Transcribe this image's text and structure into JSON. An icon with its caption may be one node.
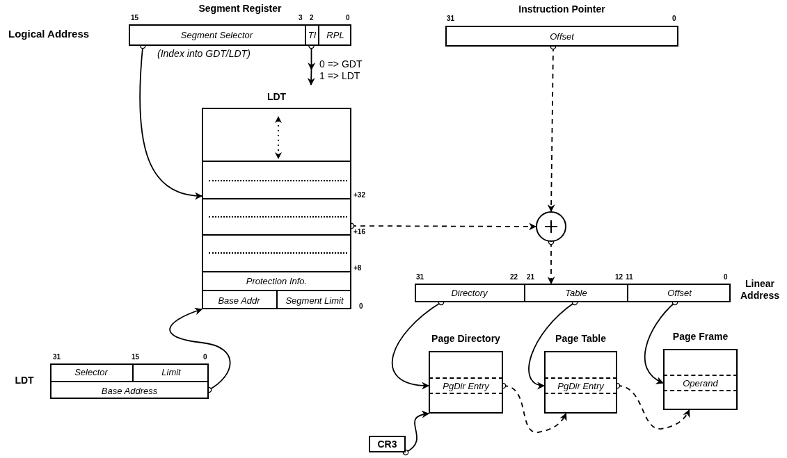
{
  "diagram": {
    "nodes": [
      {
        "text": [
          "Segment Register"
        ]
      },
      {
        "text": [
          "Segment Selector"
        ],
        "in": 0
      },
      {
        "text": [
          "TI"
        ],
        "in": 0
      },
      {
        "text": [
          "RPL"
        ],
        "in": 0
      },
      {
        "text": [
          "Instruction Pointer"
        ]
      },
      {
        "text": [
          "Offset"
        ],
        "in": 4
      },
      {
        "text": [
          "LDT"
        ]
      },
      {
        "text": [
          "Protection Info."
        ],
        "in": 6
      },
      {
        "text": [
          "Base Addr"
        ],
        "in": 6
      },
      {
        "text": [
          "Segment Limit"
        ],
        "in": 6
      },
      {
        "text": [
          "LDT"
        ]
      },
      {
        "text": [
          "Selector"
        ],
        "in": 10
      },
      {
        "text": [
          "Limit"
        ],
        "in": 10
      },
      {
        "text": [
          "Base Address"
        ],
        "in": 10
      },
      {
        "text": [],
        "shape": "circle"
      },
      {
        "text": [
          "Linear Address"
        ]
      },
      {
        "text": [
          "Directory"
        ],
        "in": 15
      },
      {
        "text": [
          "Table"
        ],
        "in": 15
      },
      {
        "text": [
          "Offset"
        ],
        "in": 15
      },
      {
        "text": [
          "Page Directory"
        ]
      },
      {
        "text": [
          "PgDir Entry"
        ],
        "in": 19
      },
      {
        "text": [
          "Page Table"
        ]
      },
      {
        "text": [
          "PgDir Entry"
        ],
        "in": 21
      },
      {
        "text": [
          "Page Frame"
        ]
      },
      {
        "text": [
          "Operand"
        ],
        "in": 23
      },
      {
        "text": [
          "CR3"
        ]
      },
      {
        "text": [
          "0 => GDT",
          "1 => LDT"
        ]
      }
    ],
    "edges": [
      {
        "from": 1,
        "to": 6,
        "arrow": "to"
      },
      {
        "from": 2,
        "to": 26,
        "arrow": "to"
      },
      {
        "from": 5,
        "to": 14,
        "arrow": "to",
        "style": "dashed"
      },
      {
        "from": 6,
        "to": 14,
        "arrow": "to",
        "style": "dashed"
      },
      {
        "from": 14,
        "to": 17,
        "arrow": "to",
        "style": "dashed"
      },
      {
        "from": 13,
        "to": 8,
        "arrow": "to"
      },
      {
        "from": 16,
        "to": 20,
        "arrow": "to"
      },
      {
        "from": 17,
        "to": 22,
        "arrow": "to"
      },
      {
        "from": 18,
        "to": 24,
        "arrow": "to"
      },
      {
        "from": 25,
        "to": 19,
        "arrow": "to"
      },
      {
        "from": 20,
        "to": 21,
        "arrow": "to",
        "style": "dashed"
      },
      {
        "from": 22,
        "to": 23,
        "arrow": "to",
        "style": "dashed"
      }
    ],
    "labels": [
      "15",
      "3",
      "2",
      "0",
      "31",
      "0",
      "Logical Address",
      "(Index into GDT/LDT)",
      "+32",
      "+16",
      "+8",
      "0",
      "31",
      "22",
      "21",
      "12",
      "11",
      "0",
      "31",
      "15",
      "0"
    ]
  }
}
